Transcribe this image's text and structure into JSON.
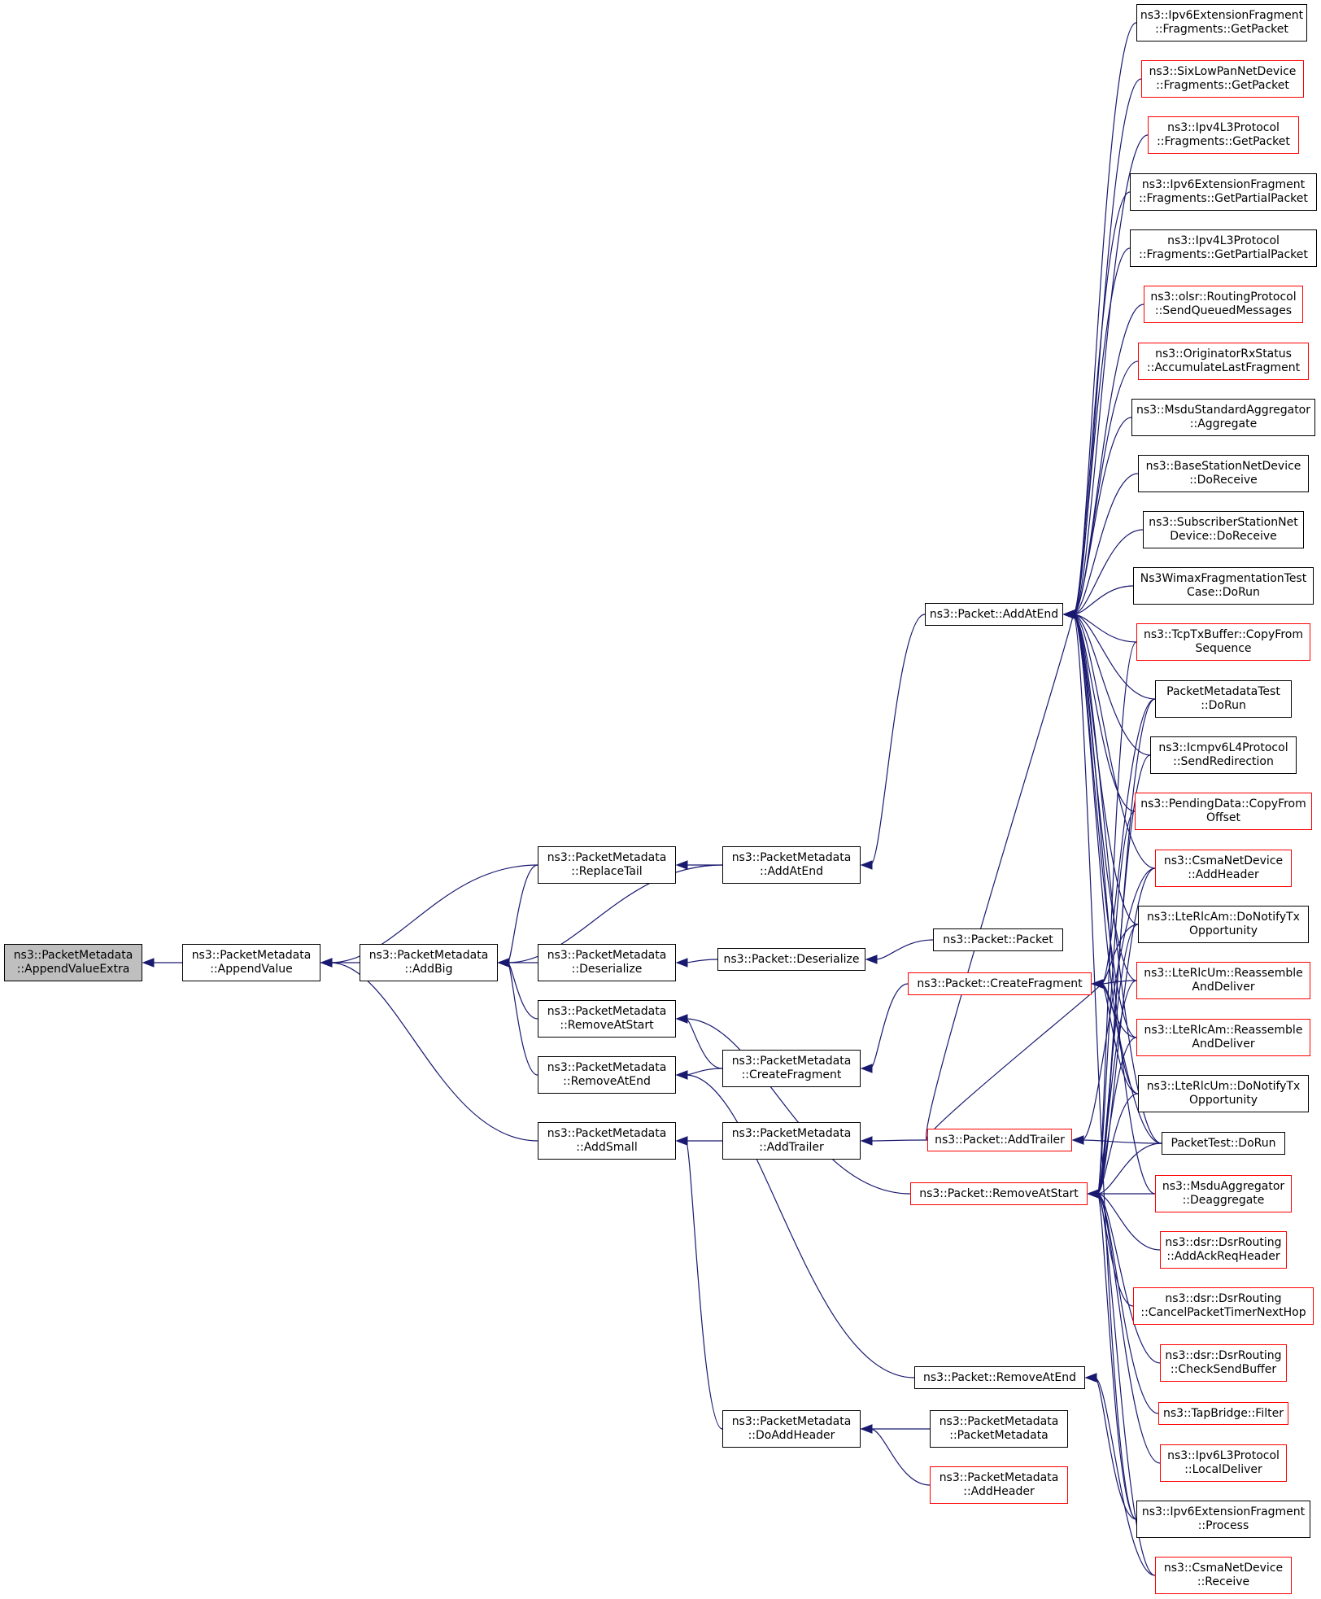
{
  "colors": {
    "edge": "#191970",
    "border": "#000000",
    "border_incomplete": "#ff0000",
    "root_fill": "#bfbfbf"
  },
  "nodes": {
    "n1": {
      "lines": [
        "ns3::PacketMetadata",
        "::AppendValueExtra"
      ]
    },
    "n2": {
      "lines": [
        "ns3::PacketMetadata",
        "::AppendValue"
      ]
    },
    "n3": {
      "lines": [
        "ns3::PacketMetadata",
        "::AddBig"
      ]
    },
    "n4": {
      "lines": [
        "ns3::PacketMetadata",
        "::ReplaceTail"
      ]
    },
    "n5": {
      "lines": [
        "ns3::PacketMetadata",
        "::Deserialize"
      ]
    },
    "n6": {
      "lines": [
        "ns3::PacketMetadata",
        "::RemoveAtStart"
      ]
    },
    "n7": {
      "lines": [
        "ns3::PacketMetadata",
        "::RemoveAtEnd"
      ]
    },
    "n8": {
      "lines": [
        "ns3::PacketMetadata",
        "::AddSmall"
      ]
    },
    "n9": {
      "lines": [
        "ns3::PacketMetadata",
        "::AddAtEnd"
      ]
    },
    "n10": {
      "lines": [
        "ns3::Packet::Deserialize"
      ]
    },
    "n11": {
      "lines": [
        "ns3::PacketMetadata",
        "::CreateFragment"
      ]
    },
    "n12": {
      "lines": [
        "ns3::PacketMetadata",
        "::AddTrailer"
      ]
    },
    "n13": {
      "lines": [
        "ns3::PacketMetadata",
        "::DoAddHeader"
      ]
    },
    "n14": {
      "lines": [
        "ns3::Packet::AddAtEnd"
      ]
    },
    "n15": {
      "lines": [
        "ns3::Packet::Packet"
      ]
    },
    "n16": {
      "lines": [
        "ns3::Packet::CreateFragment"
      ]
    },
    "n17": {
      "lines": [
        "ns3::Packet::AddTrailer"
      ]
    },
    "n18": {
      "lines": [
        "ns3::Packet::RemoveAtStart"
      ]
    },
    "n19": {
      "lines": [
        "ns3::Packet::RemoveAtEnd"
      ]
    },
    "n20": {
      "lines": [
        "ns3::PacketMetadata",
        "::PacketMetadata"
      ]
    },
    "n21": {
      "lines": [
        "ns3::PacketMetadata",
        "::AddHeader"
      ]
    },
    "r1": {
      "lines": [
        "ns3::Ipv6ExtensionFragment",
        "::Fragments::GetPacket"
      ]
    },
    "r2": {
      "lines": [
        "ns3::SixLowPanNetDevice",
        "::Fragments::GetPacket"
      ]
    },
    "r3": {
      "lines": [
        "ns3::Ipv4L3Protocol",
        "::Fragments::GetPacket"
      ]
    },
    "r4": {
      "lines": [
        "ns3::Ipv6ExtensionFragment",
        "::Fragments::GetPartialPacket"
      ]
    },
    "r5": {
      "lines": [
        "ns3::Ipv4L3Protocol",
        "::Fragments::GetPartialPacket"
      ]
    },
    "r6": {
      "lines": [
        "ns3::olsr::RoutingProtocol",
        "::SendQueuedMessages"
      ]
    },
    "r7": {
      "lines": [
        "ns3::OriginatorRxStatus",
        "::AccumulateLastFragment"
      ]
    },
    "r8": {
      "lines": [
        "ns3::MsduStandardAggregator",
        "::Aggregate"
      ]
    },
    "r9": {
      "lines": [
        "ns3::BaseStationNetDevice",
        "::DoReceive"
      ]
    },
    "r10": {
      "lines": [
        "ns3::SubscriberStationNet",
        "Device::DoReceive"
      ]
    },
    "r11": {
      "lines": [
        "Ns3WimaxFragmentationTest",
        "Case::DoRun"
      ]
    },
    "r12": {
      "lines": [
        "ns3::TcpTxBuffer::CopyFrom",
        "Sequence"
      ]
    },
    "r13": {
      "lines": [
        "PacketMetadataTest",
        "::DoRun"
      ]
    },
    "r14": {
      "lines": [
        "ns3::Icmpv6L4Protocol",
        "::SendRedirection"
      ]
    },
    "r15": {
      "lines": [
        "ns3::PendingData::CopyFrom",
        "Offset"
      ]
    },
    "r16": {
      "lines": [
        "ns3::CsmaNetDevice",
        "::AddHeader"
      ]
    },
    "r17": {
      "lines": [
        "ns3::LteRlcAm::DoNotifyTx",
        "Opportunity"
      ]
    },
    "r18": {
      "lines": [
        "ns3::LteRlcUm::Reassemble",
        "AndDeliver"
      ]
    },
    "r19": {
      "lines": [
        "ns3::LteRlcAm::Reassemble",
        "AndDeliver"
      ]
    },
    "r20": {
      "lines": [
        "ns3::LteRlcUm::DoNotifyTx",
        "Opportunity"
      ]
    },
    "r21": {
      "lines": [
        "PacketTest::DoRun"
      ]
    },
    "r22": {
      "lines": [
        "ns3::MsduAggregator",
        "::Deaggregate"
      ]
    },
    "r23": {
      "lines": [
        "ns3::dsr::DsrRouting",
        "::AddAckReqHeader"
      ]
    },
    "r24": {
      "lines": [
        "ns3::dsr::DsrRouting",
        "::CancelPacketTimerNextHop"
      ]
    },
    "r25": {
      "lines": [
        "ns3::dsr::DsrRouting",
        "::CheckSendBuffer"
      ]
    },
    "r26": {
      "lines": [
        "ns3::TapBridge::Filter"
      ]
    },
    "r27": {
      "lines": [
        "ns3::Ipv6L3Protocol",
        "::LocalDeliver"
      ]
    },
    "r28": {
      "lines": [
        "ns3::Ipv6ExtensionFragment",
        "::Process"
      ]
    },
    "r29": {
      "lines": [
        "ns3::CsmaNetDevice",
        "::Receive"
      ]
    }
  },
  "edges": [
    [
      "n2",
      "n1"
    ],
    [
      "n3",
      "n2"
    ],
    [
      "n4",
      "n2"
    ],
    [
      "n8",
      "n2"
    ],
    [
      "n4",
      "n3"
    ],
    [
      "n5",
      "n3"
    ],
    [
      "n6",
      "n3"
    ],
    [
      "n7",
      "n3"
    ],
    [
      "n9",
      "n3"
    ],
    [
      "n9",
      "n4"
    ],
    [
      "n10",
      "n5"
    ],
    [
      "n11",
      "n6"
    ],
    [
      "n18",
      "n6"
    ],
    [
      "n11",
      "n7"
    ],
    [
      "n19",
      "n7"
    ],
    [
      "n12",
      "n8"
    ],
    [
      "n13",
      "n8"
    ],
    [
      "n14",
      "n9"
    ],
    [
      "n15",
      "n10"
    ],
    [
      "n16",
      "n11"
    ],
    [
      "n17",
      "n12"
    ],
    [
      "n20",
      "n13"
    ],
    [
      "n21",
      "n13"
    ],
    [
      "r1",
      "n14"
    ],
    [
      "r2",
      "n14"
    ],
    [
      "r3",
      "n14"
    ],
    [
      "r4",
      "n14"
    ],
    [
      "r5",
      "n14"
    ],
    [
      "r6",
      "n14"
    ],
    [
      "r7",
      "n14"
    ],
    [
      "r8",
      "n14"
    ],
    [
      "r9",
      "n14"
    ],
    [
      "r10",
      "n14"
    ],
    [
      "r11",
      "n14"
    ],
    [
      "r12",
      "n14"
    ],
    [
      "r13",
      "n14"
    ],
    [
      "r14",
      "n14"
    ],
    [
      "r15",
      "n14"
    ],
    [
      "r16",
      "n14"
    ],
    [
      "r17",
      "n14"
    ],
    [
      "r18",
      "n14"
    ],
    [
      "r19",
      "n14"
    ],
    [
      "r20",
      "n14"
    ],
    [
      "r21",
      "n14"
    ],
    [
      "r22",
      "n14"
    ],
    [
      "r28",
      "n14"
    ],
    [
      "n17",
      "n14"
    ],
    [
      "r13",
      "n16"
    ],
    [
      "r17",
      "n16"
    ],
    [
      "r18",
      "n16"
    ],
    [
      "r19",
      "n16"
    ],
    [
      "r20",
      "n16"
    ],
    [
      "r21",
      "n16"
    ],
    [
      "n17",
      "n16"
    ],
    [
      "r16",
      "n17"
    ],
    [
      "r21",
      "n17"
    ],
    [
      "r12",
      "n18"
    ],
    [
      "r13",
      "n18"
    ],
    [
      "r14",
      "n18"
    ],
    [
      "r15",
      "n18"
    ],
    [
      "r16",
      "n18"
    ],
    [
      "r17",
      "n18"
    ],
    [
      "r18",
      "n18"
    ],
    [
      "r19",
      "n18"
    ],
    [
      "r20",
      "n18"
    ],
    [
      "r21",
      "n18"
    ],
    [
      "r22",
      "n18"
    ],
    [
      "r23",
      "n18"
    ],
    [
      "r24",
      "n18"
    ],
    [
      "r25",
      "n18"
    ],
    [
      "r26",
      "n18"
    ],
    [
      "r27",
      "n18"
    ],
    [
      "r28",
      "n18"
    ],
    [
      "r29",
      "n18"
    ],
    [
      "r28",
      "n19"
    ],
    [
      "r29",
      "n19"
    ]
  ]
}
